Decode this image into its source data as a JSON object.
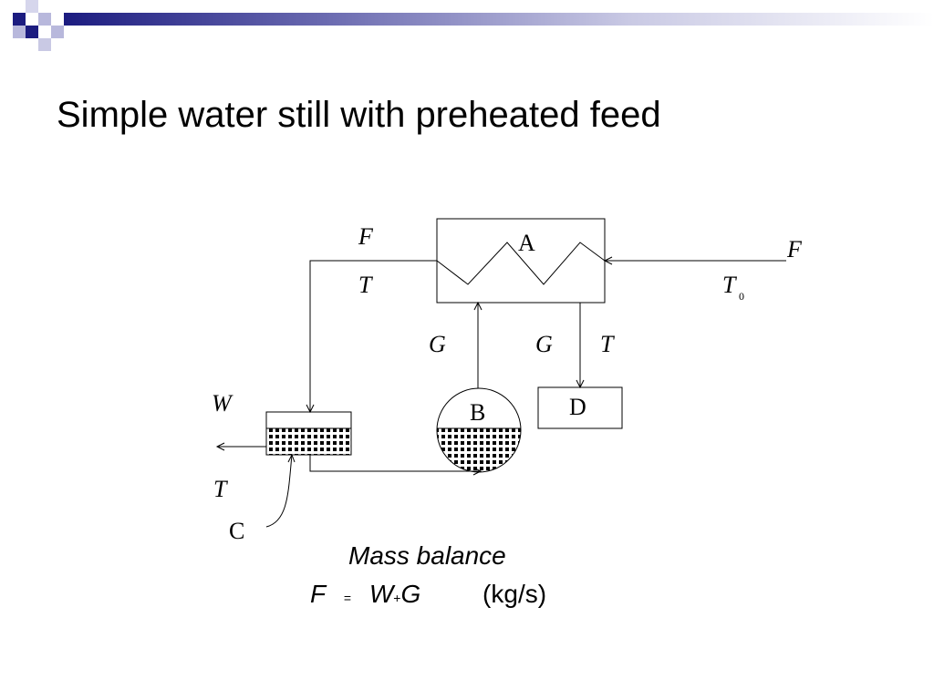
{
  "slide": {
    "title": "Simple water still with preheated feed",
    "accent_color": "#1c1c80"
  },
  "diagram": {
    "labels": {
      "F_top_left": "F",
      "T_top_left": "T",
      "A": "A",
      "F_right": "F",
      "T0_main": "T",
      "T0_sub": "0",
      "G_left": "G",
      "G_right": "G",
      "T_right": "T",
      "W": "W",
      "B": "B",
      "D": "D",
      "T_bottom_left": "T",
      "C": "C"
    }
  },
  "mass_balance": {
    "title": "Mass balance",
    "lhs": "F",
    "equals": "=",
    "term1": "W",
    "plus": "+",
    "term2": "G",
    "units": "(kg/s)"
  }
}
